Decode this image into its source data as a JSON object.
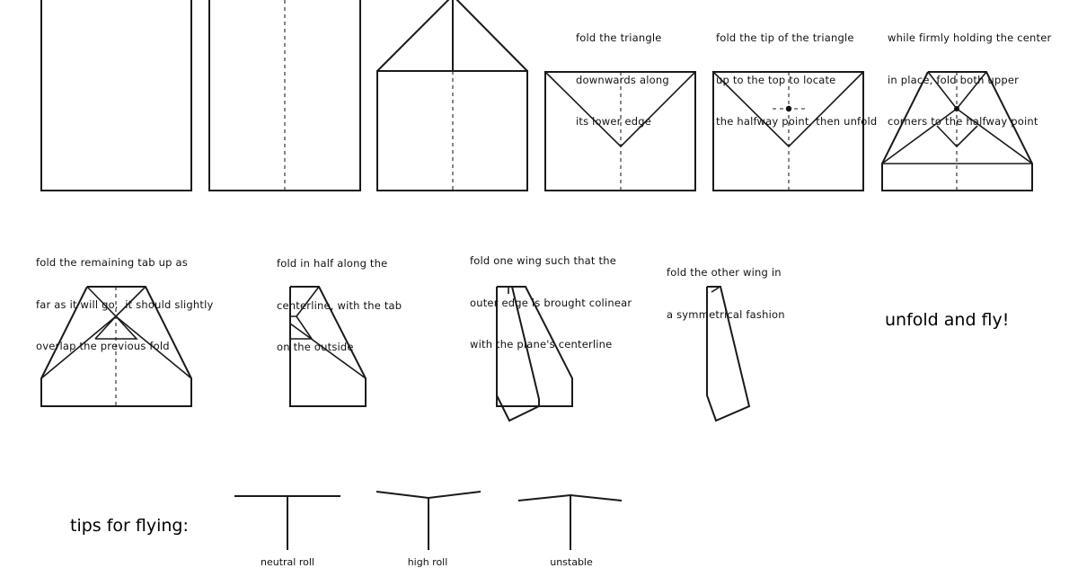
{
  "steps": {
    "step4": {
      "lines": [
        "fold the triangle",
        "downwards along",
        "its lower edge"
      ]
    },
    "step5": {
      "lines": [
        "fold the tip of the triangle",
        "up to the top to locate",
        "the halfway point, then unfold"
      ]
    },
    "step6": {
      "lines": [
        "while firmly holding the center",
        "in place, fold both upper",
        "corners to the halfway point"
      ]
    },
    "step7": {
      "lines": [
        "fold the remaining tab up as",
        "far as it will go.  it should slightly",
        "overlap the previous fold"
      ]
    },
    "step8": {
      "lines": [
        "fold in half along the",
        "centerline, with the tab",
        "on the outside"
      ]
    },
    "step9": {
      "lines": [
        "fold one wing such that the",
        "outer edge is brought colinear",
        "with the plane's centerline"
      ]
    },
    "step10": {
      "lines": [
        "fold the other wing in",
        "a symmetrical fashion"
      ]
    }
  },
  "final": {
    "text": "unfold and fly!"
  },
  "tips": {
    "heading": "tips for flying:",
    "items": [
      {
        "label": "neutral roll"
      },
      {
        "label": "high roll"
      },
      {
        "label": "unstable"
      }
    ]
  }
}
